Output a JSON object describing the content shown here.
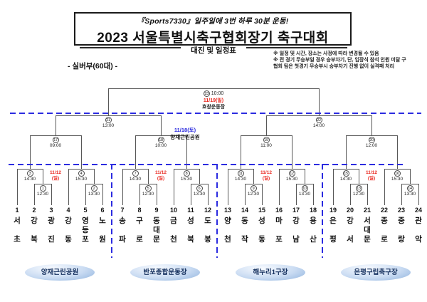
{
  "header": {
    "slogan": "『Sports7330』일주일에 3번 하루 30분 운동!",
    "title": "2023 서울특별시축구협회장기 축구대회",
    "subtitle": "대진 및 일정표",
    "division": "- 실버부(60대) -",
    "notes": [
      "※ 일정 및 시간, 장소는 사정에 따라 변경될 수 있음",
      "※ 전 경기 무승부일 경우 승부차기, 단, 입장식 참석 인원 미달 구",
      "협회 팀은 첫경기 무승부시 승부차기 진행 없이 실격패 처리"
    ]
  },
  "final": {
    "no": "23",
    "time": "10:00",
    "date": "11/19(일)",
    "venue": "효창운동장"
  },
  "semifinal_info": {
    "date": "11/18(토)",
    "venue": "양재근린공원"
  },
  "semifinals": [
    {
      "no": "21",
      "time": "13:00"
    },
    {
      "no": "22",
      "time": "14:00"
    }
  ],
  "quarterfinals": [
    {
      "no": "17",
      "time": "09:00"
    },
    {
      "no": "18",
      "time": "10:00"
    },
    {
      "no": "19",
      "time": "11:00"
    },
    {
      "no": "20",
      "time": "12:00"
    }
  ],
  "groups": [
    {
      "date": "11/12",
      "day": "(일)",
      "round2": [
        {
          "no": "3",
          "time": "14:30"
        },
        {
          "no": "4",
          "time": "15:30"
        }
      ],
      "round1": [
        {
          "no": "1",
          "time": "12:30"
        },
        {
          "no": "2",
          "time": "13:30"
        }
      ],
      "teams": [
        {
          "no": "1",
          "name": "서초"
        },
        {
          "no": "2",
          "name": "강북"
        },
        {
          "no": "3",
          "name": "광진"
        },
        {
          "no": "4",
          "name": "강동"
        },
        {
          "no": "5",
          "name": "영등포"
        },
        {
          "no": "6",
          "name": "노원"
        }
      ]
    },
    {
      "date": "11/12",
      "day": "(일)",
      "round2": [
        {
          "no": "7",
          "time": "14:30"
        },
        {
          "no": "8",
          "time": "15:30"
        }
      ],
      "round1": [
        {
          "no": "5",
          "time": "12:30"
        },
        {
          "no": "6",
          "time": "13:30"
        }
      ],
      "teams": [
        {
          "no": "7",
          "name": "송파"
        },
        {
          "no": "8",
          "name": "구로"
        },
        {
          "no": "9",
          "name": "동대문"
        },
        {
          "no": "10",
          "name": "금천"
        },
        {
          "no": "11",
          "name": "성북"
        },
        {
          "no": "12",
          "name": "도봉"
        }
      ]
    },
    {
      "date": "11/12",
      "day": "(일)",
      "round2": [
        {
          "no": "11",
          "time": "14:30"
        },
        {
          "no": "12",
          "time": "15:30"
        }
      ],
      "round1": [
        {
          "no": "9",
          "time": "12:30"
        },
        {
          "no": "10",
          "time": "13:30"
        }
      ],
      "teams": [
        {
          "no": "13",
          "name": "양천"
        },
        {
          "no": "14",
          "name": "동작"
        },
        {
          "no": "15",
          "name": "성동"
        },
        {
          "no": "16",
          "name": "마포"
        },
        {
          "no": "17",
          "name": "강남"
        },
        {
          "no": "18",
          "name": "용산"
        }
      ]
    },
    {
      "date": "11/12",
      "day": "(일)",
      "round2": [
        {
          "no": "15",
          "time": "14:30"
        },
        {
          "no": "16",
          "time": "15:30"
        }
      ],
      "round1": [
        {
          "no": "13",
          "time": "12:30"
        },
        {
          "no": "14",
          "time": "13:30"
        }
      ],
      "teams": [
        {
          "no": "19",
          "name": "은평"
        },
        {
          "no": "20",
          "name": "강서"
        },
        {
          "no": "21",
          "name": "서대문"
        },
        {
          "no": "22",
          "name": "종로"
        },
        {
          "no": "23",
          "name": "중랑"
        },
        {
          "no": "24",
          "name": "관악"
        }
      ]
    }
  ],
  "venues": [
    "양재근린공원",
    "반포종합운동장",
    "해누리1구장",
    "은평구립축구장"
  ]
}
